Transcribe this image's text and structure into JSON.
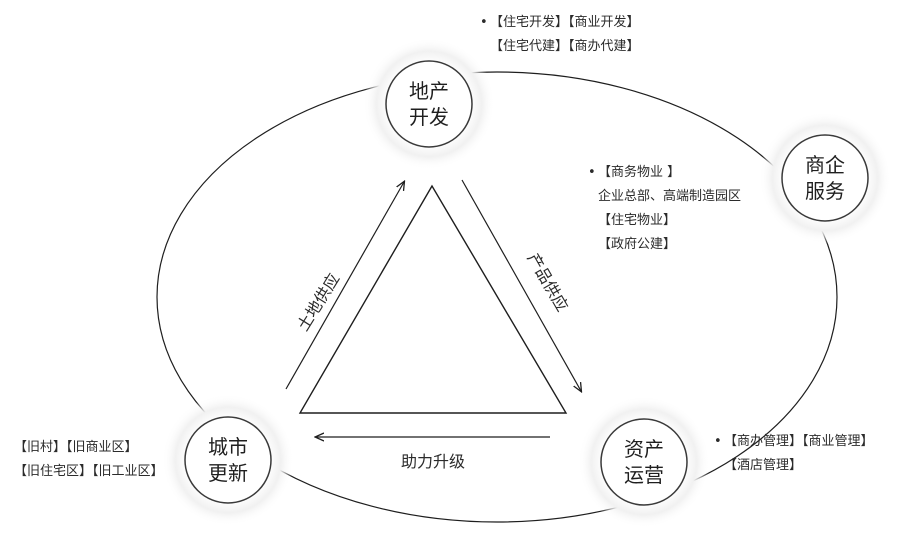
{
  "nodes": {
    "property_dev": {
      "line1": "地产",
      "line2": "开发"
    },
    "enterprise_service": {
      "line1": "商企",
      "line2": "服务"
    },
    "asset_ops": {
      "line1": "资产",
      "line2": "运营"
    },
    "urban_renewal": {
      "line1": "城市",
      "line2": "更新"
    }
  },
  "edges": {
    "land_supply": "土地供应",
    "product_supply": "产品供应",
    "upgrade": "助力升级"
  },
  "notes": {
    "property_dev": [
      "【住宅开发】【商业开发】",
      "【住宅代建】【商办代建】"
    ],
    "product": [
      "【商务物业 】",
      "企业总部、高端制造园区",
      "【住宅物业】",
      "【政府公建】"
    ],
    "asset_ops": [
      "【商办管理】【商业管理】",
      "【酒店管理】"
    ],
    "urban_renewal": [
      "【旧村】【旧商业区】",
      "【旧住宅区】【旧工业区】"
    ]
  },
  "bullet_symbol": "•",
  "colors": {
    "line": "#1e1e1e",
    "circle_ring": "#3a3a3a",
    "halo": "#e9e9e9"
  }
}
